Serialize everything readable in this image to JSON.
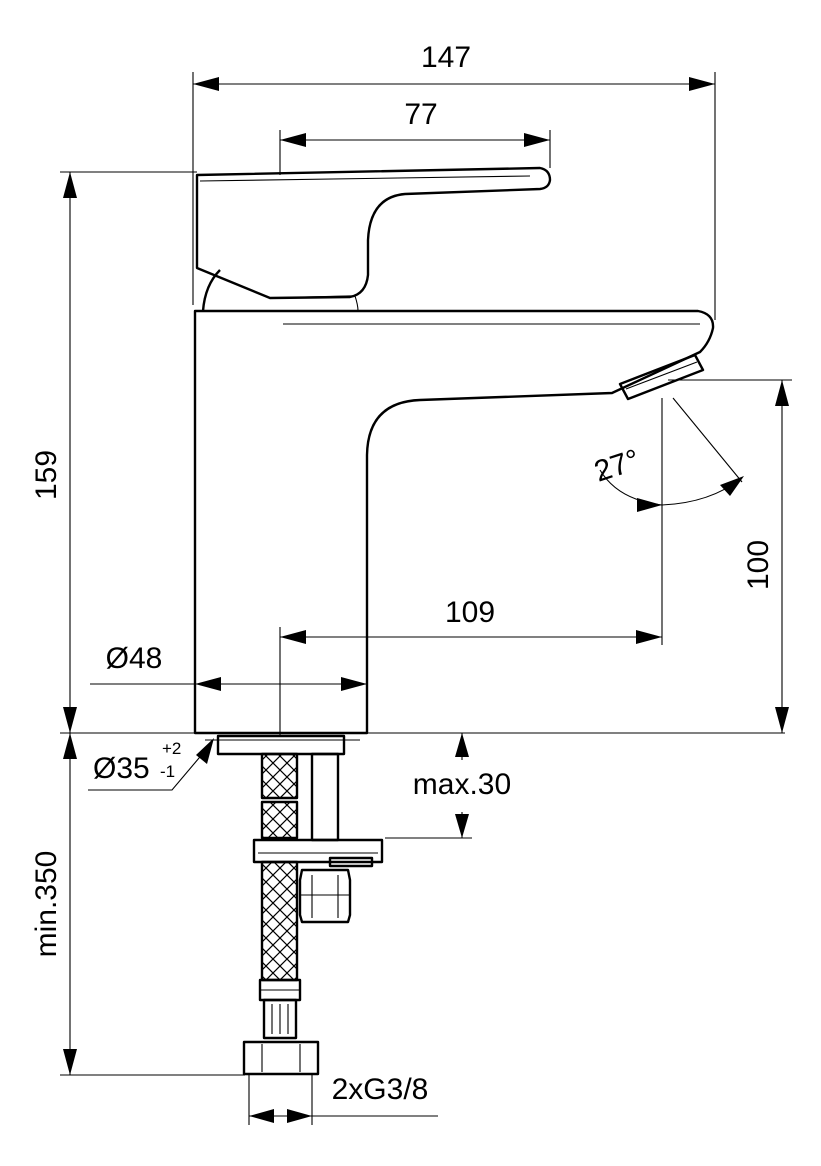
{
  "drawing": {
    "background": "#ffffff",
    "line_color": "#000000"
  },
  "dimensions": {
    "overall_width": "147",
    "lever_length": "77",
    "overall_height": "159",
    "spout_height": "100",
    "spout_reach": "109",
    "base_diameter": "Ø48",
    "hole_diameter": "Ø35",
    "hole_tol_plus": "+2",
    "hole_tol_minus": "-1",
    "deck_thickness": "max.30",
    "hose_length": "min.350",
    "connection": "2xG3/8",
    "lever_angle": "27°"
  }
}
